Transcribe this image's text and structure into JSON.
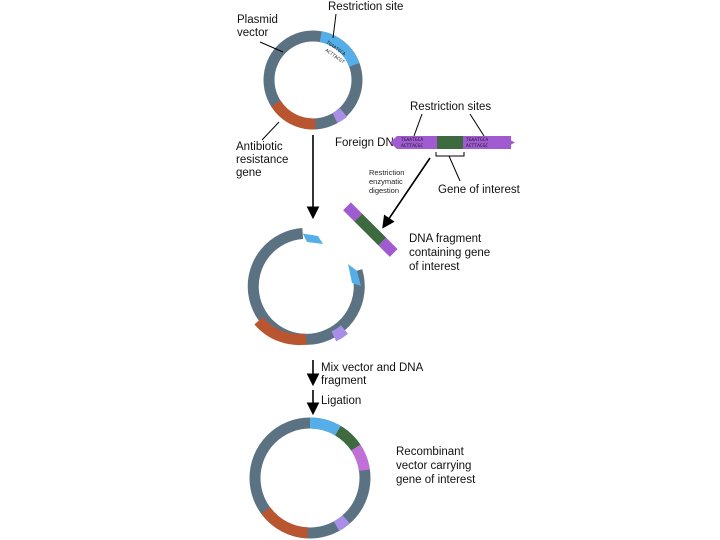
{
  "labels": {
    "plasmid_vector_1": "Plasmid",
    "plasmid_vector_2": "vector",
    "restriction_site": "Restriction site",
    "antibiotic_1": "Antibiotic",
    "antibiotic_2": "resistance",
    "antibiotic_3": "gene",
    "restriction_sites": "Restriction sites",
    "foreign_dna": "Foreign DNA",
    "restriction_enzyme_1": "Restriction",
    "restriction_enzyme_2": "enzymatic",
    "restriction_enzyme_3": "digestion",
    "gene_of_interest": "Gene of interest",
    "dna_fragment_1": "DNA fragment",
    "dna_fragment_2": "containing gene",
    "dna_fragment_3": "of interest",
    "mix_1": "Mix vector and DNA",
    "mix_2": "fragment",
    "ligation": "Ligation",
    "recombinant_1": "Recombinant",
    "recombinant_2": "vector carrying",
    "recombinant_3": "gene of interest"
  },
  "sequences": {
    "site_top": "TGAATGCA",
    "site_bottom": "ACTTACGT",
    "left_top": "TGAATGCA",
    "left_bottom": "ACTTACGC",
    "right_top": "TGAATGCA",
    "right_bottom": "ACTTACGC"
  },
  "colors": {
    "backbone": "#5b7283",
    "restriction_site": "#56aee8",
    "antibiotic_gene": "#b9552f",
    "marker": "#a88ee6",
    "foreign_dna": "#a05bd0",
    "gene": "#3d6a3e",
    "recombinant_site": "#c070d6",
    "arrow": "#000000"
  }
}
